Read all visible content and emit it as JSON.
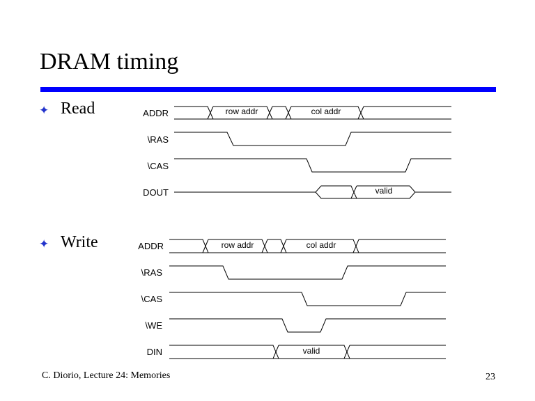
{
  "slide": {
    "title": "DRAM timing",
    "accent_color": "#0000ff",
    "bullet_color": "#2233cc",
    "bullets": [
      {
        "icon": "four-point-star-icon",
        "glyph": "✦",
        "label": "Read"
      },
      {
        "icon": "four-point-star-icon",
        "glyph": "✦",
        "label": "Write"
      }
    ],
    "footer": {
      "left": "C. Diorio, Lecture 24: Memories",
      "page": "23"
    }
  },
  "read_diagram": {
    "signals": [
      "ADDR",
      "\\RAS",
      "\\CAS",
      "DOUT"
    ],
    "labels": {
      "row": "row addr",
      "col": "col addr",
      "valid": "valid"
    }
  },
  "write_diagram": {
    "signals": [
      "ADDR",
      "\\RAS",
      "\\CAS",
      "\\WE",
      "DIN"
    ],
    "labels": {
      "row": "row addr",
      "col": "col addr",
      "valid": "valid"
    }
  }
}
